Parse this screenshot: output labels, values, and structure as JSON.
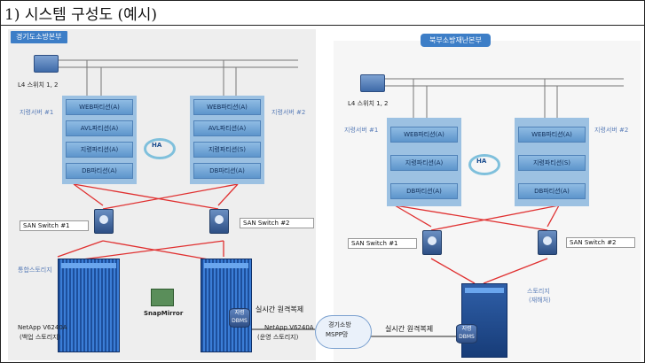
{
  "title": "1) 시스템 구성도 (예시)",
  "left_site": {
    "tag": "경기도소방본부",
    "l4_label": "L4 스위치 1, 2",
    "server1_label": "지령서버 #1",
    "server2_label": "지령서버 #2",
    "server1_partitions": [
      "WEB파티션(A)",
      "AVL파티션(A)",
      "지령파티션(A)",
      "DB파티션(A)"
    ],
    "server2_partitions": [
      "WEB파티션(A)",
      "AVL파티션(A)",
      "지령파티션(S)",
      "DB파티션(A)"
    ],
    "ha": "HA",
    "san1": "SAN Switch #1",
    "san2": "SAN Switch #2",
    "storage_label": "통합스토리지",
    "backup_storage": "NetApp V6240A",
    "backup_storage_sub": "(백업 스토리지)",
    "snapmirror": "SnapMirror",
    "op_storage": "NetApp V6240A",
    "op_storage_sub": "(운영 스토리지)",
    "db_tag": "지령DBMS",
    "replication": "실시간 원격복제"
  },
  "network": {
    "cloud_line1": "경기소방",
    "cloud_line2": "MSPP망"
  },
  "right_site": {
    "tag": "북부소방재난본부",
    "l4_label": "L4 스위치 1, 2",
    "server1_label": "지령서버 #1",
    "server2_label": "지령서버 #2",
    "server1_partitions": [
      "WEB파티션(A)",
      "지령파티션(A)",
      "DB파티션(A)"
    ],
    "server2_partitions": [
      "WEB파티션(A)",
      "지령파티션(S)",
      "DB파티션(A)"
    ],
    "ha": "HA",
    "san1": "SAN Switch #1",
    "san2": "SAN Switch #2",
    "storage_label": "스토리지",
    "storage_sub": "(재해처)",
    "db_tag": "지령DBMS",
    "replication": "실시간 원격복제"
  }
}
